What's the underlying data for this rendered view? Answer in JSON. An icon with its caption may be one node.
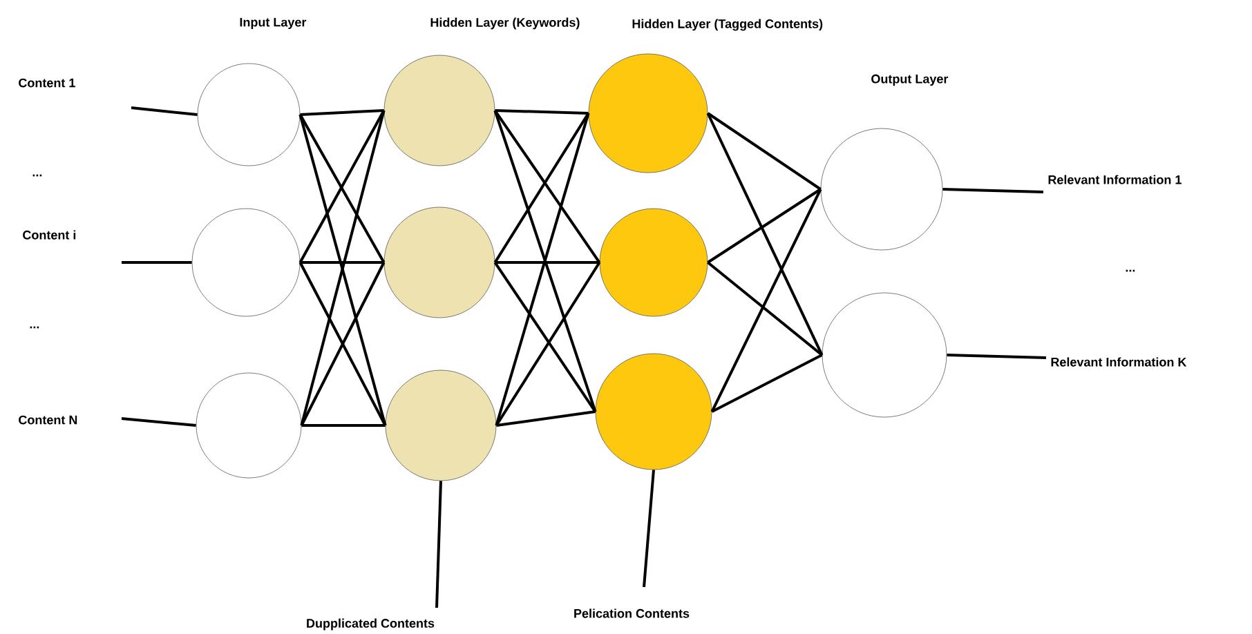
{
  "diagram": {
    "nodes": [
      {
        "text": [],
        "shape": "circle"
      },
      {
        "text": [],
        "shape": "circle"
      },
      {
        "text": [],
        "shape": "circle"
      },
      {
        "text": [],
        "shape": "circle"
      },
      {
        "text": [],
        "shape": "circle"
      },
      {
        "text": [],
        "shape": "circle"
      },
      {
        "text": [],
        "shape": "circle"
      },
      {
        "text": [],
        "shape": "circle"
      },
      {
        "text": [],
        "shape": "circle"
      },
      {
        "text": [],
        "shape": "circle"
      },
      {
        "text": [],
        "shape": "circle"
      },
      {
        "text": [
          "Content 1"
        ]
      },
      {
        "text": [
          "Content i"
        ]
      },
      {
        "text": [
          "Content N"
        ]
      },
      {
        "text": [
          "Relevant Information 1"
        ]
      },
      {
        "text": [
          "Relevant Information K"
        ]
      },
      {
        "text": [
          "Dupplicated Contents"
        ]
      },
      {
        "text": [
          "Pelication Contents"
        ]
      }
    ],
    "edges": [
      {
        "from": 11,
        "to": 0,
        "arrow": "none"
      },
      {
        "from": 12,
        "to": 1,
        "arrow": "none"
      },
      {
        "from": 13,
        "to": 2,
        "arrow": "none"
      },
      {
        "from": 0,
        "to": 3,
        "arrow": "none"
      },
      {
        "from": 0,
        "to": 4,
        "arrow": "none"
      },
      {
        "from": 0,
        "to": 5,
        "arrow": "none"
      },
      {
        "from": 1,
        "to": 3,
        "arrow": "none"
      },
      {
        "from": 1,
        "to": 4,
        "arrow": "none"
      },
      {
        "from": 1,
        "to": 5,
        "arrow": "none"
      },
      {
        "from": 2,
        "to": 3,
        "arrow": "none"
      },
      {
        "from": 2,
        "to": 4,
        "arrow": "none"
      },
      {
        "from": 2,
        "to": 5,
        "arrow": "none"
      },
      {
        "from": 3,
        "to": 6,
        "arrow": "none"
      },
      {
        "from": 3,
        "to": 7,
        "arrow": "none"
      },
      {
        "from": 3,
        "to": 8,
        "arrow": "none"
      },
      {
        "from": 4,
        "to": 6,
        "arrow": "none"
      },
      {
        "from": 4,
        "to": 7,
        "arrow": "none"
      },
      {
        "from": 4,
        "to": 8,
        "arrow": "none"
      },
      {
        "from": 5,
        "to": 6,
        "arrow": "none"
      },
      {
        "from": 5,
        "to": 7,
        "arrow": "none"
      },
      {
        "from": 5,
        "to": 8,
        "arrow": "none"
      },
      {
        "from": 6,
        "to": 9,
        "arrow": "none"
      },
      {
        "from": 6,
        "to": 10,
        "arrow": "none"
      },
      {
        "from": 7,
        "to": 9,
        "arrow": "none"
      },
      {
        "from": 7,
        "to": 10,
        "arrow": "none"
      },
      {
        "from": 8,
        "to": 9,
        "arrow": "none"
      },
      {
        "from": 8,
        "to": 10,
        "arrow": "none"
      },
      {
        "from": 9,
        "to": 14,
        "arrow": "none"
      },
      {
        "from": 10,
        "to": 15,
        "arrow": "none"
      },
      {
        "from": 5,
        "to": 16,
        "arrow": "none"
      },
      {
        "from": 8,
        "to": 17,
        "arrow": "none"
      }
    ],
    "labels": [
      "Input Layer",
      "Hidden Layer (Keywords)",
      "Hidden Layer (Tagged Contents)",
      "Output Layer",
      "...",
      "...",
      "..."
    ]
  }
}
